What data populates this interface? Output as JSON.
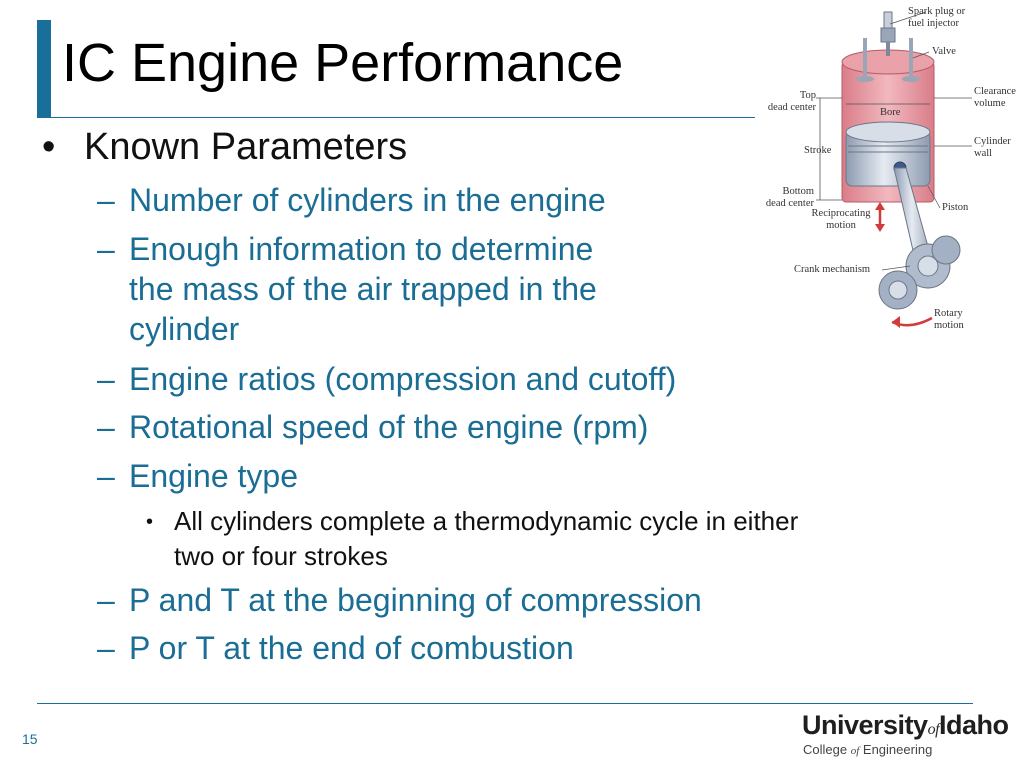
{
  "slide": {
    "title": "IC Engine Performance",
    "page_number": "15"
  },
  "bullets": {
    "level1": {
      "marker": "•",
      "text": "Known Parameters"
    },
    "items": [
      {
        "marker": "–",
        "text": "Number of cylinders in the engine"
      },
      {
        "marker": "–",
        "lines": [
          "Enough information to determine",
          "the mass of the air trapped in the",
          "cylinder"
        ]
      },
      {
        "marker": "–",
        "text": "Engine ratios (compression and cutoff)"
      },
      {
        "marker": "–",
        "text": "Rotational speed of the engine (rpm)"
      },
      {
        "marker": "–",
        "text": "Engine type"
      },
      {
        "marker": "•",
        "lines": [
          "All cylinders complete a thermodynamic cycle in either",
          "two or four strokes"
        ]
      },
      {
        "marker": "–",
        "text": "P and T at the beginning of compression"
      },
      {
        "marker": "–",
        "text": "P or T at the end of combustion"
      }
    ]
  },
  "figure": {
    "labels": {
      "spark_plug": [
        "Spark plug or",
        "fuel injector"
      ],
      "valve": "Valve",
      "top_dead_center": [
        "Top",
        "dead center"
      ],
      "clearance_volume": [
        "Clearance",
        "volume"
      ],
      "bore": "Bore",
      "stroke": "Stroke",
      "cylinder_wall": [
        "Cylinder",
        "wall"
      ],
      "bottom_dead_center": [
        "Bottom",
        "dead center"
      ],
      "reciprocating_motion": [
        "Reciprocating",
        "motion"
      ],
      "piston": "Piston",
      "crank_mechanism": "Crank mechanism",
      "rotary_motion": [
        "Rotary",
        "motion"
      ]
    },
    "colors": {
      "cylinder": "#e89aa3",
      "piston": "#b9c5d6",
      "arrow": "#d33a3a"
    }
  },
  "logo": {
    "university": "University",
    "of": "of",
    "idaho": "Idaho",
    "college": "College",
    "college_of": "of",
    "engineering": "Engineering"
  },
  "theme": {
    "accent": "#1a6f9a",
    "subtext": "#1a6d94"
  }
}
